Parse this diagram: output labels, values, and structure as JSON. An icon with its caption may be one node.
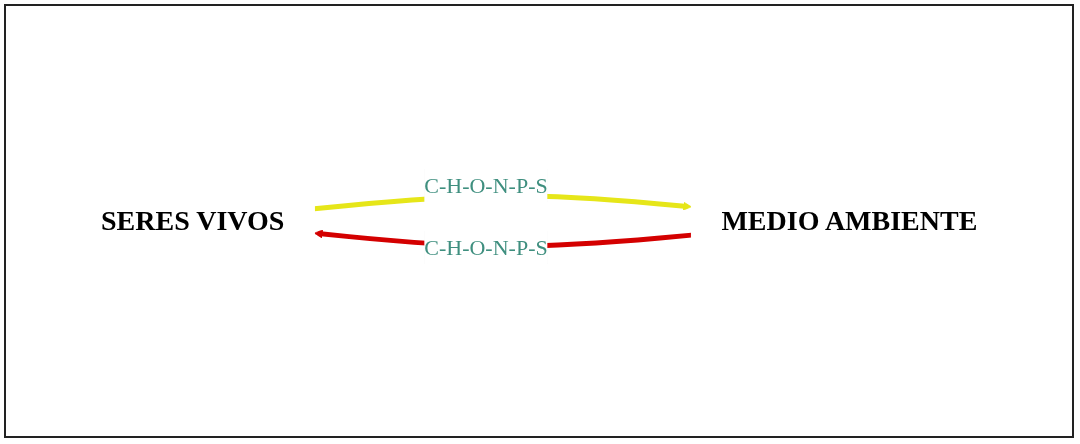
{
  "diagram": {
    "nodes": [
      {
        "text": [
          "SERES VIVOS"
        ]
      },
      {
        "text": [
          "MEDIO AMBIENTE"
        ]
      }
    ],
    "edges": [
      {
        "from": 0,
        "to": 1,
        "arrow": "to",
        "label": "C-H-O-N-P-S",
        "color": "#e6e619"
      },
      {
        "from": 1,
        "to": 0,
        "arrow": "to",
        "label": "C-H-O-N-P-S",
        "color": "#d40000"
      }
    ]
  }
}
